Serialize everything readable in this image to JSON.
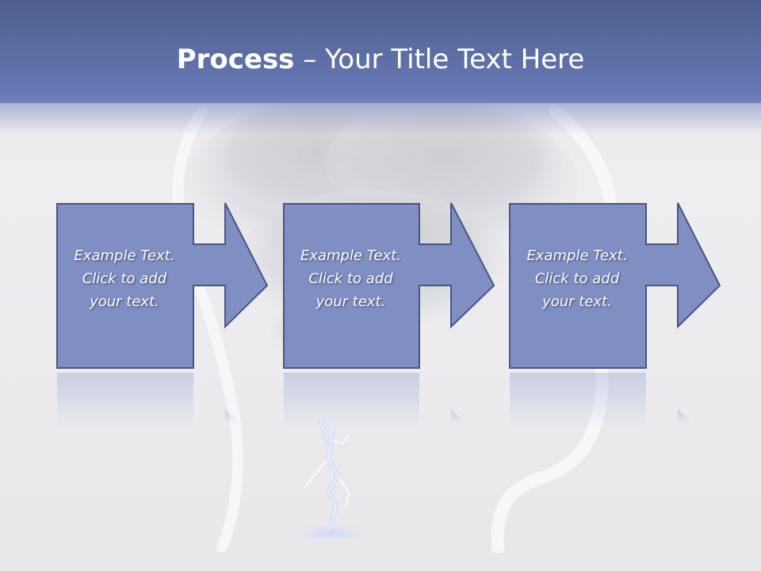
{
  "slide": {
    "title_bold": "Process",
    "title_rest": " – Your Title Text Here"
  },
  "steps": [
    {
      "line1": "Example Text.",
      "line2": "Click  to add",
      "line3": "your text."
    },
    {
      "line1": "Example Text.",
      "line2": "Click  to add",
      "line3": "your text."
    },
    {
      "line1": "Example Text.",
      "line2": "Click  to add",
      "line3": "your text."
    }
  ],
  "colors": {
    "header": "#5a6ca1",
    "box_fill": "#7f8fc4",
    "box_border": "#4a5480",
    "text": "#ffffff"
  }
}
